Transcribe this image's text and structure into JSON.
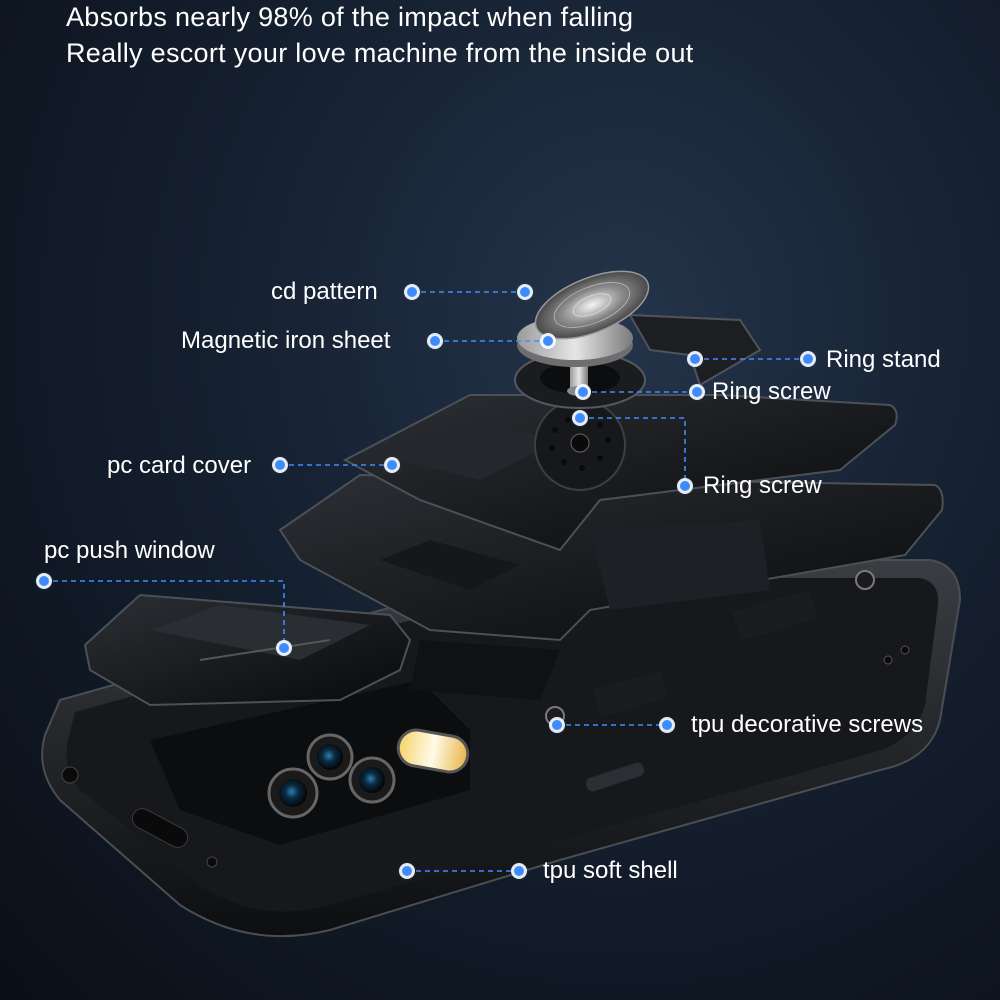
{
  "headline": {
    "line1": "Absorbs nearly 98% of the impact when falling",
    "line2": "Really escort your love machine from the inside out"
  },
  "callouts": {
    "cd_pattern": "cd pattern",
    "magnetic_iron_sheet": "Magnetic iron sheet",
    "ring_stand": "Ring stand",
    "ring_screw_top": "Ring screw",
    "ring_screw_bottom": "Ring screw",
    "pc_card_cover": "pc card cover",
    "pc_push_window": "pc push window",
    "tpu_decorative_screws": "tpu decorative screws",
    "tpu_soft_shell": "tpu soft shell"
  },
  "colors": {
    "accent": "#3d8cff",
    "background_dark": "#0a0f17",
    "text": "#ffffff"
  }
}
